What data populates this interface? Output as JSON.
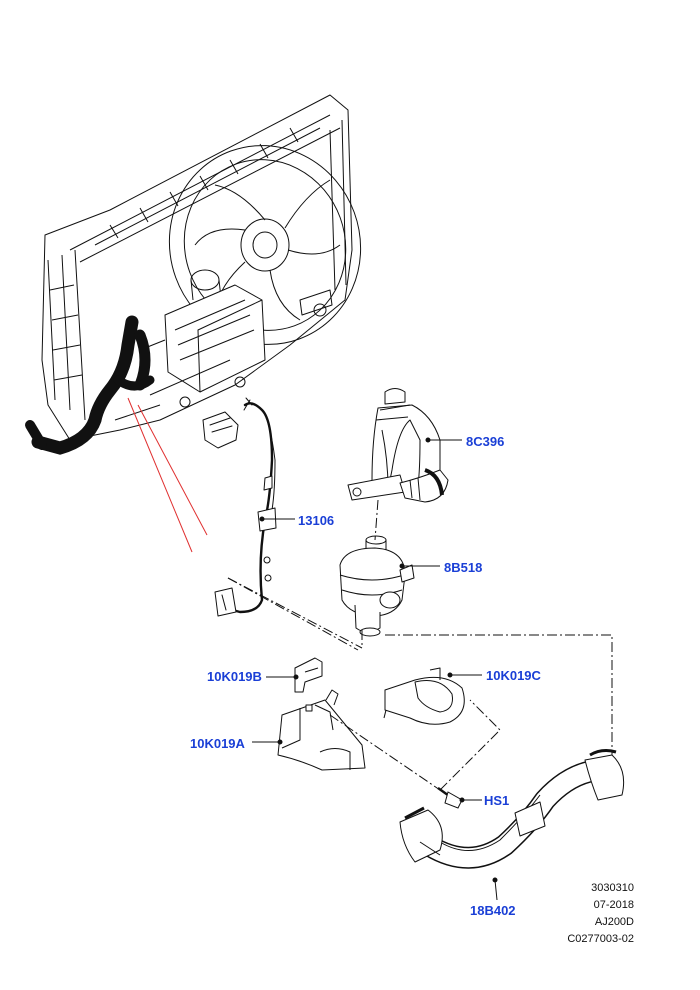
{
  "callouts": {
    "hose_upper": "8C396",
    "harness": "13106",
    "pump": "8B518",
    "bracket_b": "10K019B",
    "bracket_c": "10K019C",
    "bracket_a": "10K019A",
    "bolt": "HS1",
    "hose_lower": "18B402"
  },
  "meta": {
    "code": "3030310",
    "date": "07-2018",
    "model": "AJ200D",
    "ref": "C0277003-02"
  },
  "colors": {
    "callout": "#1a3fd6",
    "line": "#111111",
    "pointer": "#e03030",
    "hose": "#111111"
  }
}
